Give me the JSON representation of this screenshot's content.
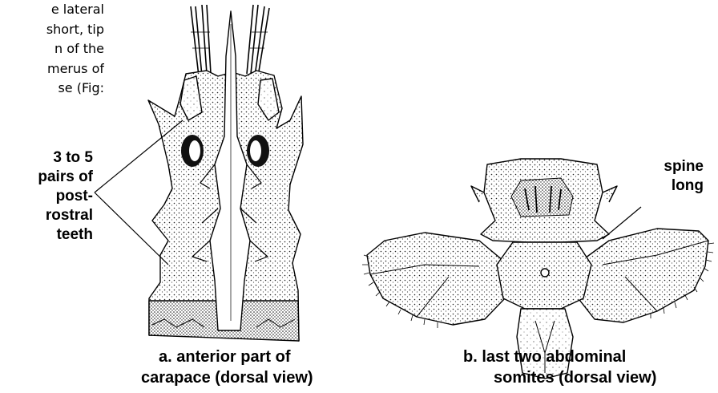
{
  "fragment_text": [
    "e lateral",
    "short, tip",
    "n of the",
    "merus of",
    "se  (Fig:"
  ],
  "left_callout": [
    "3 to 5",
    "pairs of",
    "post-",
    "rostral",
    "teeth"
  ],
  "right_callout": [
    "spine",
    "long"
  ],
  "caption_a": [
    "a. anterior part of",
    "carapace  (dorsal  view)"
  ],
  "caption_b": [
    "b. last  two  abdominal",
    "somites (dorsal view)"
  ]
}
